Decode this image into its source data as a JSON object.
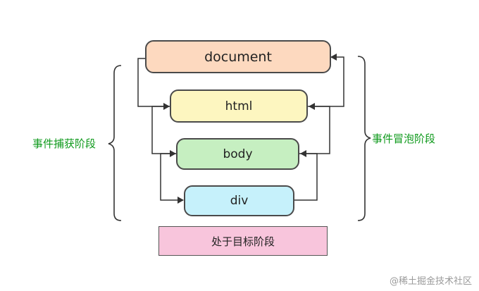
{
  "nodes": {
    "document": "document",
    "html": "html",
    "body": "body",
    "div": "div"
  },
  "capture_label": "事件捕获阶段",
  "bubble_label": "事件冒泡阶段",
  "target_phase_label": "处于目标阶段",
  "watermark": "@稀土掘金技术社区",
  "colors": {
    "document": "#fdd9bf",
    "html": "#fdf6c0",
    "body": "#c6efc1",
    "div": "#c6f1fb",
    "phase": "#f8c5dc",
    "label_green": "#0f9a1c"
  }
}
